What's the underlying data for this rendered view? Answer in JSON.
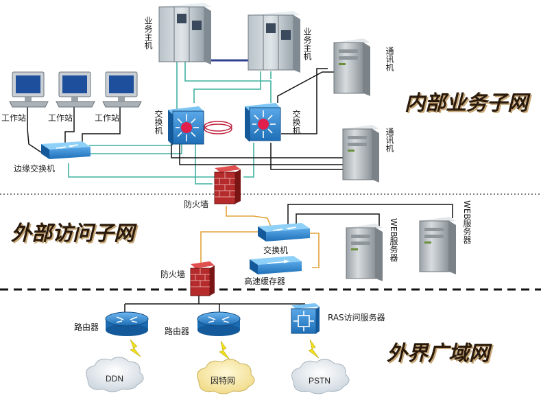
{
  "zones": {
    "internal": "内部业务子网",
    "external_access": "外部访问子网",
    "outside": "外界广域网"
  },
  "nodes": {
    "host1": "业务主机",
    "host2": "业务主机",
    "comm1": "通讯机",
    "comm2": "通讯机",
    "ws1": "工作站",
    "ws2": "工作站",
    "ws3": "工作站",
    "edge_switch": "边缘交换机",
    "core_switch1": "交换机",
    "core_switch2": "交换机",
    "firewall1": "防火墙",
    "firewall2": "防火墙",
    "ext_switch": "交换机",
    "cache": "高速缓存器",
    "web1": "WEB服务器",
    "web2": "WEB服务器",
    "router1": "路由器",
    "router2": "路由器",
    "ras": "RAS访问服务器",
    "ddn": "DDN",
    "internet": "因特网",
    "pstn": "PSTN"
  }
}
